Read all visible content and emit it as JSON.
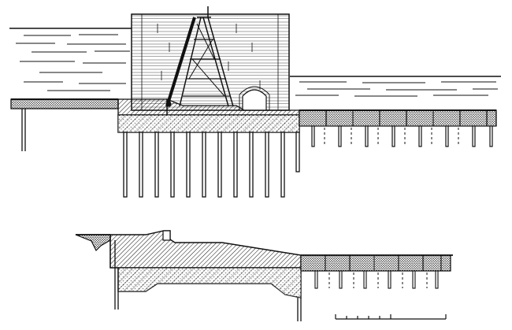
{
  "figure": {
    "description_text": "",
    "colors": {
      "ink": "#111111",
      "paper": "#ffffff"
    },
    "icons": {
      "upper_section": "lock-gate-elevation",
      "lower_section": "lock-floor-section",
      "scale": "scale-bar"
    }
  }
}
